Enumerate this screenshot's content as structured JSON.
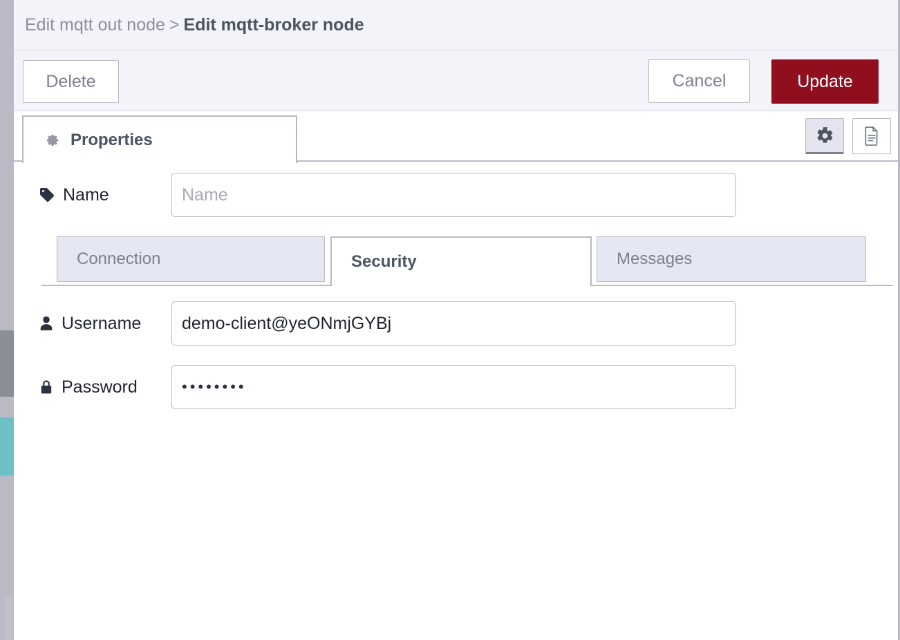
{
  "breadcrumb": {
    "parent": "Edit mqtt out node",
    "separator": ">",
    "current": "Edit mqtt-broker node"
  },
  "toolbar": {
    "delete_label": "Delete",
    "cancel_label": "Cancel",
    "update_label": "Update"
  },
  "outer_tabs": {
    "properties_label": "Properties",
    "gear_icon": "gear-icon",
    "doc_icon": "document-icon"
  },
  "form": {
    "name": {
      "icon": "tag-icon",
      "label": "Name",
      "value": "",
      "placeholder": "Name"
    },
    "username": {
      "icon": "user-icon",
      "label": "Username",
      "value": "demo-client@yeONmjGYBj",
      "placeholder": ""
    },
    "password": {
      "icon": "lock-icon",
      "label": "Password",
      "value": "••••••••",
      "placeholder": ""
    }
  },
  "inner_tabs": [
    {
      "label": "Connection",
      "active": false
    },
    {
      "label": "Security",
      "active": true
    },
    {
      "label": "Messages",
      "active": false
    }
  ],
  "colors": {
    "header_bg": "#f3f3fa",
    "update_button": "#8f0f1e",
    "border": "#b8b9c5",
    "inactive_tab_bg": "#e6e7f5",
    "text_dark": "#1f2430",
    "text_muted": "#7e808f",
    "text_heading": "#4a5562"
  }
}
